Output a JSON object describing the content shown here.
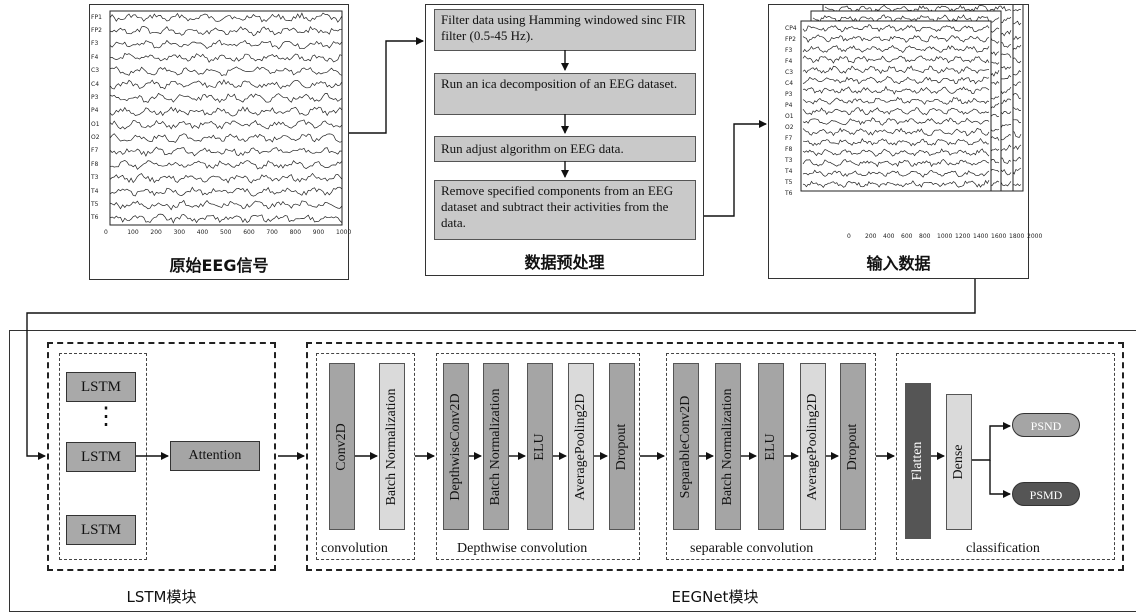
{
  "top": {
    "raw_caption": "原始EEG信号",
    "pre_caption": "数据预处理",
    "input_caption": "输入数据",
    "raw_channels": [
      "FP1",
      "FP2",
      "F3",
      "F4",
      "C3",
      "C4",
      "P3",
      "P4",
      "O1",
      "O2",
      "F7",
      "F8",
      "T3",
      "T4",
      "T5",
      "T6"
    ],
    "raw_xticks": [
      "0",
      "100",
      "200",
      "300",
      "400",
      "500",
      "600",
      "700",
      "800",
      "900",
      "1000"
    ],
    "input_channels": [
      "CP4",
      "FP2",
      "F3",
      "F4",
      "C3",
      "C4",
      "P3",
      "P4",
      "O1",
      "O2",
      "F7",
      "F8",
      "T3",
      "T4",
      "T5",
      "T6"
    ],
    "input_xticks": [
      "0",
      "200",
      "400",
      "600",
      "800",
      "1000",
      "1200",
      "1400",
      "1600",
      "1800",
      "2000"
    ],
    "steps": [
      "Filter data using Hamming windowed sinc FIR filter (0.5-45 Hz).",
      "Run an ica decomposition of an EEG dataset.",
      "Run adjust algorithm on EEG data.",
      "Remove specified components from an EEG dataset and subtract their activities from the data."
    ]
  },
  "lstm": {
    "cell": "LSTM",
    "dots": "⋮",
    "attention": "Attention",
    "caption": "LSTM模块"
  },
  "eegnet": {
    "caption": "EEGNet模块",
    "convolution": {
      "layers": [
        "Conv2D",
        "Batch Normalization"
      ],
      "label": "convolution"
    },
    "depthwise": {
      "layers": [
        "DepthwiseConv2D",
        "Batch Normalization",
        "ELU",
        "AveragePooling2D",
        "Dropout"
      ],
      "label": "Depthwise convolution"
    },
    "separable": {
      "layers": [
        "SeparableConv2D",
        "Batch Normalization",
        "ELU",
        "AveragePooling2D",
        "Dropout"
      ],
      "label": "separable convolution"
    },
    "classification": {
      "layers": [
        "Flatten",
        "Dense"
      ],
      "outputs": [
        "PSND",
        "PSMD"
      ],
      "label": "classification"
    }
  },
  "colors": {
    "mid_gray": "#a5a5a5",
    "light_gray": "#dadada",
    "dark_gray": "#555555"
  }
}
